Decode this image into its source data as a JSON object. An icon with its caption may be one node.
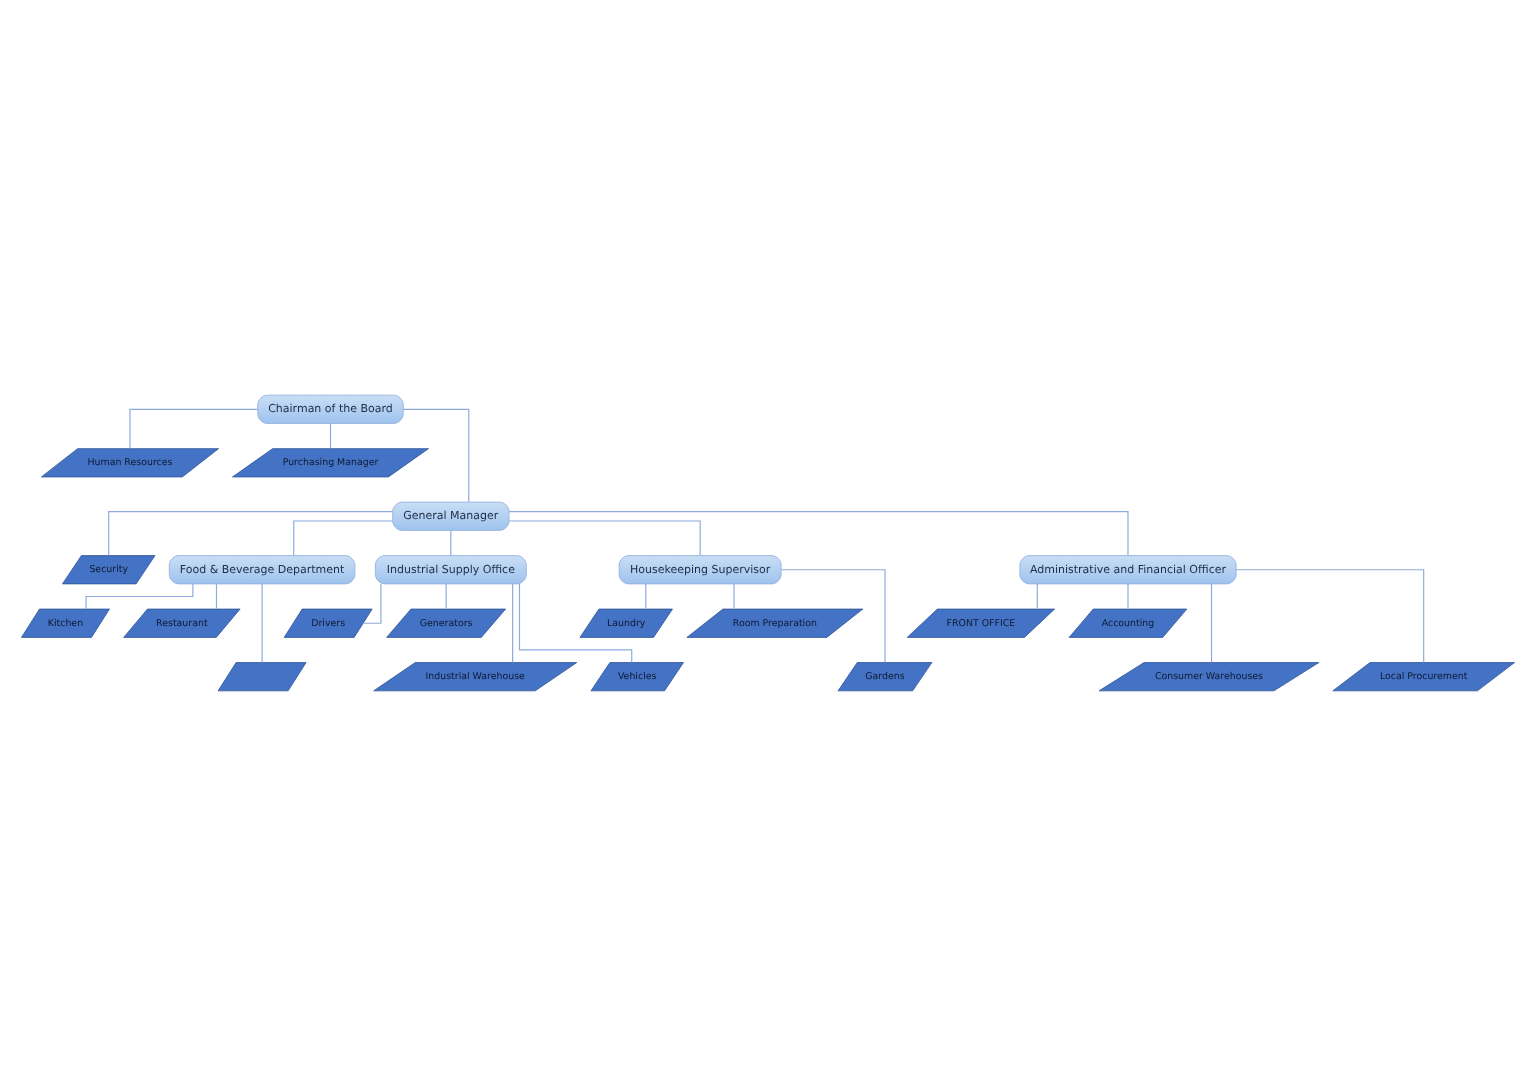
{
  "diagram": {
    "nodes": [
      {
        "text": [
          "Chairman of the Board"
        ]
      },
      {
        "text": [
          "Human Resources"
        ]
      },
      {
        "text": [
          "Purchasing Manager"
        ]
      },
      {
        "text": [
          "General Manager"
        ]
      },
      {
        "text": [
          "Security"
        ]
      },
      {
        "text": [
          "Food & Beverage Department"
        ]
      },
      {
        "text": [
          "Industrial Supply Office"
        ]
      },
      {
        "text": [
          "Housekeeping Supervisor"
        ]
      },
      {
        "text": [
          "Administrative and Financial Officer"
        ]
      },
      {
        "text": [
          "Kitchen"
        ]
      },
      {
        "text": [
          "Restaurant"
        ]
      },
      {
        "text": [],
        "shape": "parallelogram"
      },
      {
        "text": [
          "Drivers"
        ]
      },
      {
        "text": [
          "Generators"
        ]
      },
      {
        "text": [
          "Industrial Warehouse"
        ]
      },
      {
        "text": [
          "Vehicles"
        ]
      },
      {
        "text": [
          "Laundry"
        ]
      },
      {
        "text": [
          "Room Preparation"
        ]
      },
      {
        "text": [
          "Gardens"
        ]
      },
      {
        "text": [
          "FRONT OFFICE"
        ]
      },
      {
        "text": [
          "Accounting"
        ]
      },
      {
        "text": [
          "Consumer Warehouses"
        ]
      },
      {
        "text": [
          "Local Procurement"
        ]
      }
    ],
    "edges": [
      {
        "from": 0,
        "to": 1,
        "arrow": "none"
      },
      {
        "from": 0,
        "to": 2,
        "arrow": "none"
      },
      {
        "from": 0,
        "to": 3,
        "arrow": "none"
      },
      {
        "from": 3,
        "to": 4,
        "arrow": "none"
      },
      {
        "from": 3,
        "to": 5,
        "arrow": "none"
      },
      {
        "from": 3,
        "to": 6,
        "arrow": "none"
      },
      {
        "from": 3,
        "to": 7,
        "arrow": "none"
      },
      {
        "from": 3,
        "to": 8,
        "arrow": "none"
      },
      {
        "from": 5,
        "to": 9,
        "arrow": "none"
      },
      {
        "from": 5,
        "to": 10,
        "arrow": "none"
      },
      {
        "from": 5,
        "to": 11,
        "arrow": "none"
      },
      {
        "from": 6,
        "to": 12,
        "arrow": "none"
      },
      {
        "from": 6,
        "to": 13,
        "arrow": "none"
      },
      {
        "from": 6,
        "to": 14,
        "arrow": "none"
      },
      {
        "from": 6,
        "to": 15,
        "arrow": "none"
      },
      {
        "from": 7,
        "to": 16,
        "arrow": "none"
      },
      {
        "from": 7,
        "to": 17,
        "arrow": "none"
      },
      {
        "from": 7,
        "to": 18,
        "arrow": "none"
      },
      {
        "from": 8,
        "to": 19,
        "arrow": "none"
      },
      {
        "from": 8,
        "to": 20,
        "arrow": "none"
      },
      {
        "from": 8,
        "to": 21,
        "arrow": "none"
      },
      {
        "from": 8,
        "to": 22,
        "arrow": "none"
      }
    ]
  }
}
